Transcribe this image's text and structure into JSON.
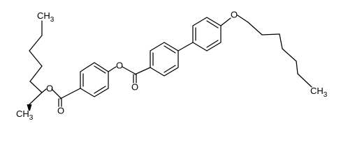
{
  "colors": {
    "background": "#ffffff",
    "ink": "#000000"
  },
  "atoms": {
    "ch3_top": "CH3",
    "ch3_bottom": "CH3",
    "ester_o_left": "O",
    "carbonyl_o_left": "O",
    "ester_o_mid": "O",
    "carbonyl_o_mid": "O",
    "ether_o": "O"
  }
}
